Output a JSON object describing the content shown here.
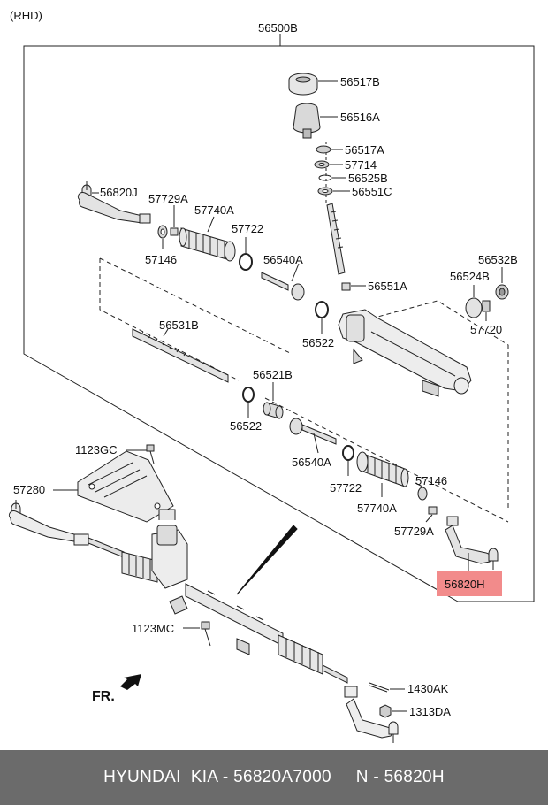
{
  "diagram": {
    "variant_label": "(RHD)",
    "assembly_number": "56500B",
    "direction_label": "FR.",
    "highlight_color": "#f28b8b",
    "parts": {
      "p56517B": "56517B",
      "p56516A": "56516A",
      "p56517A": "56517A",
      "p57714": "57714",
      "p56525B": "56525B",
      "p56551C": "56551C",
      "p56820J": "56820J",
      "p57729A_top": "57729A",
      "p57740A_top": "57740A",
      "p57722_top": "57722",
      "p57146_top": "57146",
      "p56540A_top": "56540A",
      "p56532B": "56532B",
      "p56524B": "56524B",
      "p56551A": "56551A",
      "p57720": "57720",
      "p56522_right": "56522",
      "p56531B": "56531B",
      "p56521B": "56521B",
      "p56522_left": "56522",
      "p56540A_bottom": "56540A",
      "p57722_bottom": "57722",
      "p57740A_bottom": "57740A",
      "p57146_bottom": "57146",
      "p57729A_bottom": "57729A",
      "p56820H": "56820H",
      "p1123GC": "1123GC",
      "p57280": "57280",
      "p1123MC": "1123MC",
      "p1430AK": "1430AK",
      "p1313DA": "1313DA"
    }
  },
  "footer": {
    "text": "HYUNDAI  KIA - 56820A7000     N - 56820H"
  }
}
